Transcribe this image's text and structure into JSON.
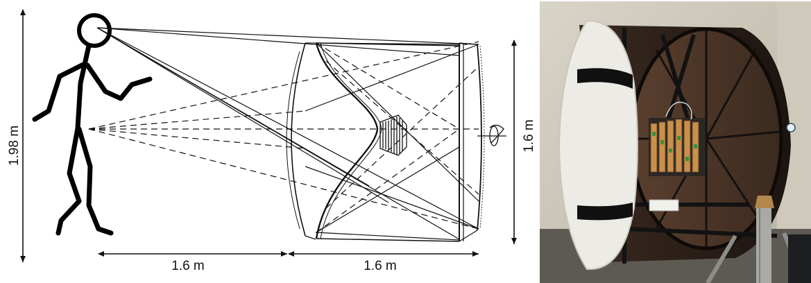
{
  "diagram": {
    "labels": {
      "person_height": "1.98 m",
      "distance_eye_to_detector": "1.6 m",
      "detector_depth": "1.6 m",
      "mirror_diameter": "1.6 m"
    }
  },
  "photo": {
    "subject": "assembled-detector-with-mirror-and-camera"
  },
  "colors": {
    "line": "#111111",
    "mirror_shell": "#2a1e18",
    "mirror_face": "#4a3426",
    "foam_rim": "#ecebe6",
    "frame": "#161616",
    "pcb": "#c9904d"
  }
}
